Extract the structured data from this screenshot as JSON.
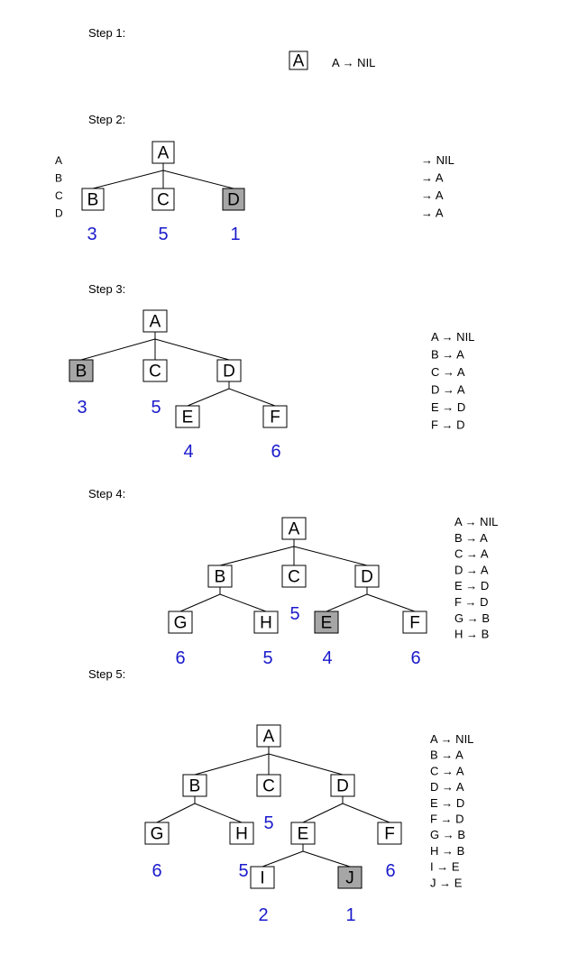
{
  "steps": [
    {
      "label": "Step 1:",
      "nodes": [
        {
          "id": "A",
          "selected": false
        }
      ],
      "edges": [],
      "costs": [],
      "side_list": [],
      "parents": [
        "A → NIL"
      ]
    },
    {
      "label": "Step 2:",
      "nodes": [
        {
          "id": "A",
          "selected": false
        },
        {
          "id": "B",
          "selected": false
        },
        {
          "id": "C",
          "selected": false
        },
        {
          "id": "D",
          "selected": true
        }
      ],
      "edges": [
        [
          "A",
          "B"
        ],
        [
          "A",
          "C"
        ],
        [
          "A",
          "D"
        ]
      ],
      "costs": [
        {
          "node": "B",
          "value": "3"
        },
        {
          "node": "C",
          "value": "5"
        },
        {
          "node": "D",
          "value": "1"
        }
      ],
      "side_list": [
        "A",
        "B",
        "C",
        "D"
      ],
      "parents": [
        "→ NIL",
        "→ A",
        "→ A",
        "→ A"
      ]
    },
    {
      "label": "Step 3:",
      "nodes": [
        {
          "id": "A",
          "selected": false
        },
        {
          "id": "B",
          "selected": true
        },
        {
          "id": "C",
          "selected": false
        },
        {
          "id": "D",
          "selected": false
        },
        {
          "id": "E",
          "selected": false
        },
        {
          "id": "F",
          "selected": false
        }
      ],
      "edges": [
        [
          "A",
          "B"
        ],
        [
          "A",
          "C"
        ],
        [
          "A",
          "D"
        ],
        [
          "D",
          "E"
        ],
        [
          "D",
          "F"
        ]
      ],
      "costs": [
        {
          "node": "B",
          "value": "3"
        },
        {
          "node": "C",
          "value": "5"
        },
        {
          "node": "E",
          "value": "4"
        },
        {
          "node": "F",
          "value": "6"
        }
      ],
      "side_list": [],
      "parents": [
        "A → NIL",
        "B → A",
        "C → A",
        "D → A",
        "E → D",
        "F → D"
      ]
    },
    {
      "label": "Step 4:",
      "nodes": [
        {
          "id": "A",
          "selected": false
        },
        {
          "id": "B",
          "selected": false
        },
        {
          "id": "C",
          "selected": false
        },
        {
          "id": "D",
          "selected": false
        },
        {
          "id": "G",
          "selected": false
        },
        {
          "id": "H",
          "selected": false
        },
        {
          "id": "E",
          "selected": true
        },
        {
          "id": "F",
          "selected": false
        }
      ],
      "edges": [
        [
          "A",
          "B"
        ],
        [
          "A",
          "C"
        ],
        [
          "A",
          "D"
        ],
        [
          "B",
          "G"
        ],
        [
          "B",
          "H"
        ],
        [
          "D",
          "E"
        ],
        [
          "D",
          "F"
        ]
      ],
      "costs": [
        {
          "node": "C",
          "value": "5"
        },
        {
          "node": "G",
          "value": "6"
        },
        {
          "node": "H",
          "value": "5"
        },
        {
          "node": "E",
          "value": "4"
        },
        {
          "node": "F",
          "value": "6"
        }
      ],
      "side_list": [],
      "parents": [
        "A → NIL",
        "B → A",
        "C → A",
        "D → A",
        "E → D",
        "F → D",
        "G → B",
        "H → B"
      ]
    },
    {
      "label": "Step 5:",
      "nodes": [
        {
          "id": "A",
          "selected": false
        },
        {
          "id": "B",
          "selected": false
        },
        {
          "id": "C",
          "selected": false
        },
        {
          "id": "D",
          "selected": false
        },
        {
          "id": "G",
          "selected": false
        },
        {
          "id": "H",
          "selected": false
        },
        {
          "id": "E",
          "selected": false
        },
        {
          "id": "F",
          "selected": false
        },
        {
          "id": "I",
          "selected": false
        },
        {
          "id": "J",
          "selected": true
        }
      ],
      "edges": [
        [
          "A",
          "B"
        ],
        [
          "A",
          "C"
        ],
        [
          "A",
          "D"
        ],
        [
          "B",
          "G"
        ],
        [
          "B",
          "H"
        ],
        [
          "D",
          "E"
        ],
        [
          "D",
          "F"
        ],
        [
          "E",
          "I"
        ],
        [
          "E",
          "J"
        ]
      ],
      "costs": [
        {
          "node": "C",
          "value": "5"
        },
        {
          "node": "G",
          "value": "6"
        },
        {
          "node": "H",
          "value": "5"
        },
        {
          "node": "F",
          "value": "6"
        },
        {
          "node": "I",
          "value": "2"
        },
        {
          "node": "J",
          "value": "1"
        }
      ],
      "side_list": [],
      "parents": [
        "A → NIL",
        "B → A",
        "C → A",
        "D → A",
        "E → D",
        "F → D",
        "G → B",
        "H → B",
        "I → E",
        "J → E"
      ]
    }
  ]
}
